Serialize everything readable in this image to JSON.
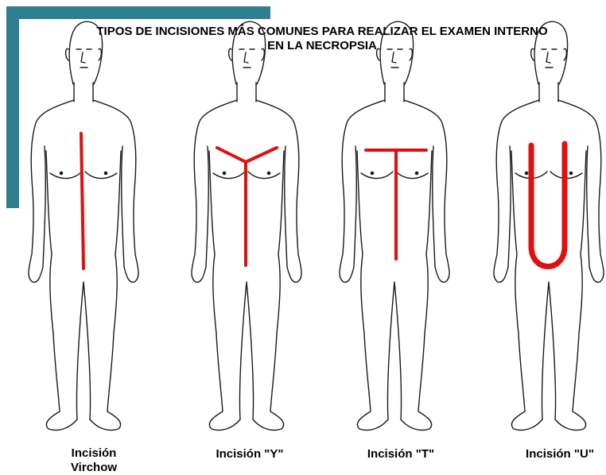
{
  "title": {
    "line1": "TIPOS DE INCISIONES MÁS COMUNES PARA REALIZAR EL EXAMEN INTERNO",
    "line2": "EN LA NECROPSIA"
  },
  "figures": [
    {
      "label_line1": "Incisión",
      "label_line2": "Virchow"
    },
    {
      "label_line1": "Incisión \"Y\""
    },
    {
      "label_line1": "Incisión \"T\""
    },
    {
      "label_line1": "Incisión \"U\""
    }
  ],
  "colors": {
    "accent": "#2e7f8f",
    "incision": "#e01010",
    "outline": "#1a1a1a"
  }
}
